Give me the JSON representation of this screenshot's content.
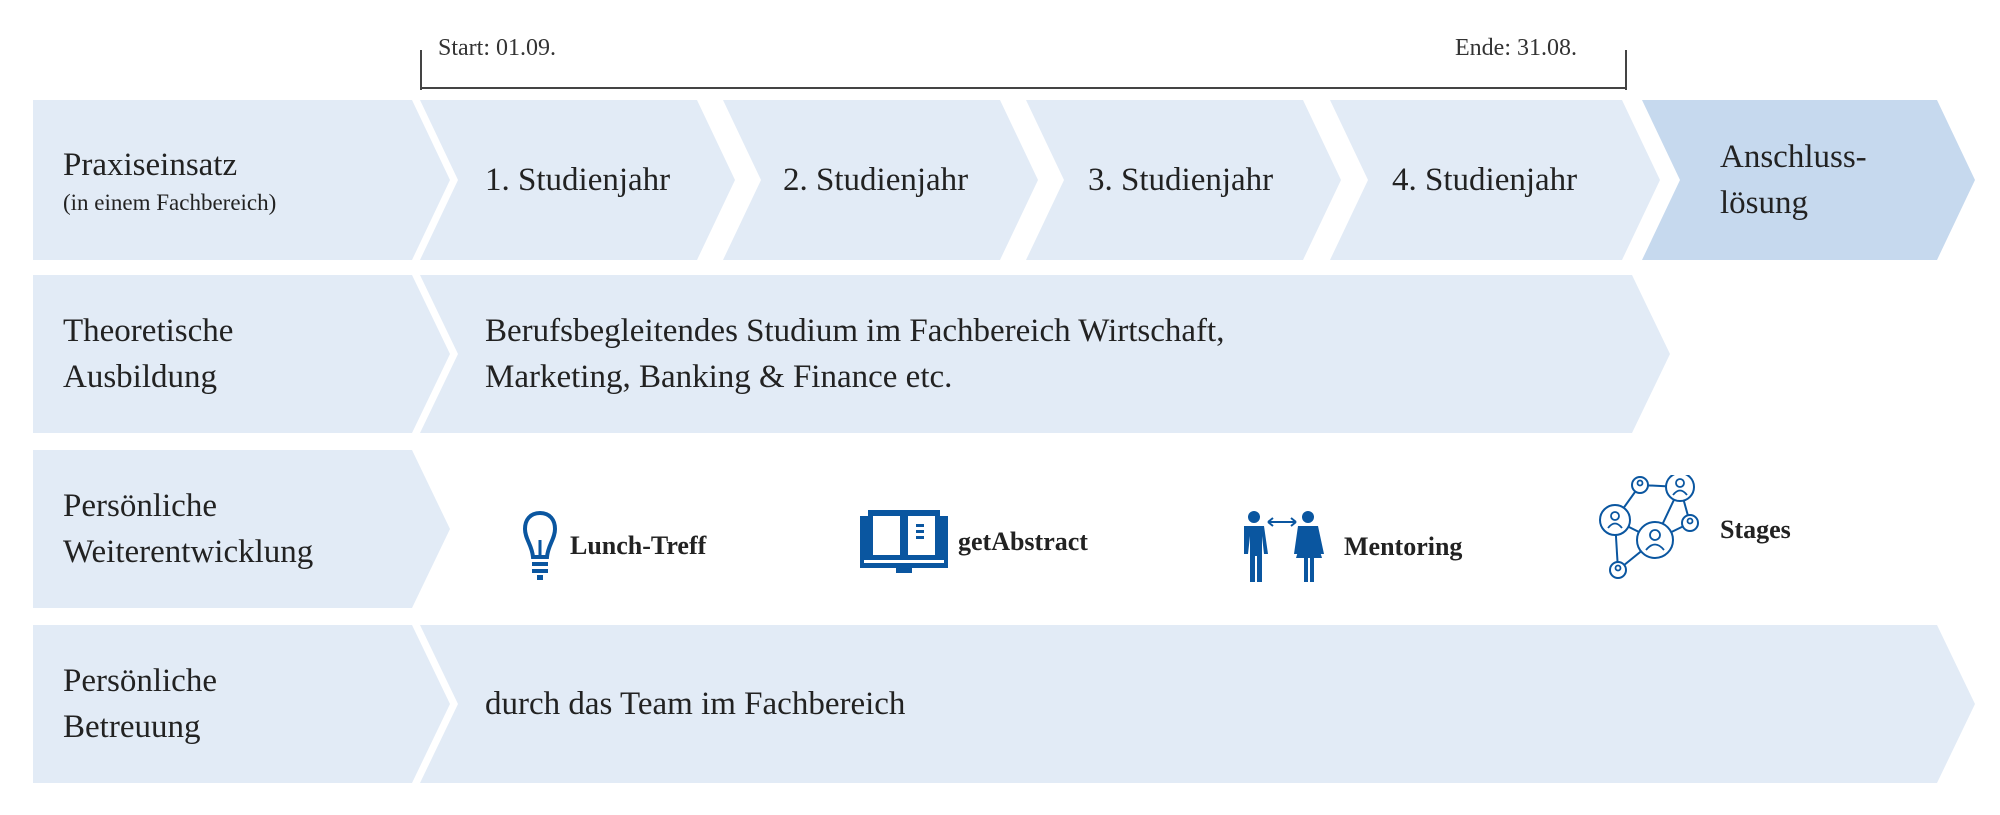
{
  "timeline": {
    "start": "Start: 01.09.",
    "end": "Ende: 31.08."
  },
  "rows": [
    {
      "label": "Praxiseinsatz",
      "sublabel": "(in einem Fachbereich)",
      "years": [
        "1. Studienjahr",
        "2. Studienjahr",
        "3. Studienjahr",
        "4. Studienjahr"
      ],
      "follow_up": [
        "Anschluss-",
        "lösung"
      ]
    },
    {
      "label": [
        "Theoretische",
        "Ausbildung"
      ],
      "content": [
        "Berufsbegleitendes Studium im Fachbereich Wirtschaft,",
        "Marketing, Banking & Finance etc."
      ]
    },
    {
      "label": [
        "Persönliche",
        "Weiterentwicklung"
      ],
      "items": [
        {
          "label": "Lunch-Treff",
          "icon": "lightbulb-icon"
        },
        {
          "label": "getAbstract",
          "icon": "book-icon"
        },
        {
          "label": "Mentoring",
          "icon": "mentoring-people-icon"
        },
        {
          "label": "Stages",
          "icon": "network-icon"
        }
      ]
    },
    {
      "label": [
        "Persönliche",
        "Betreuung"
      ],
      "content": "durch das Team im Fachbereich"
    }
  ],
  "colors": {
    "light": "#e2ebf6",
    "accent": "#c6d9ee",
    "icon": "#0a56a0"
  }
}
